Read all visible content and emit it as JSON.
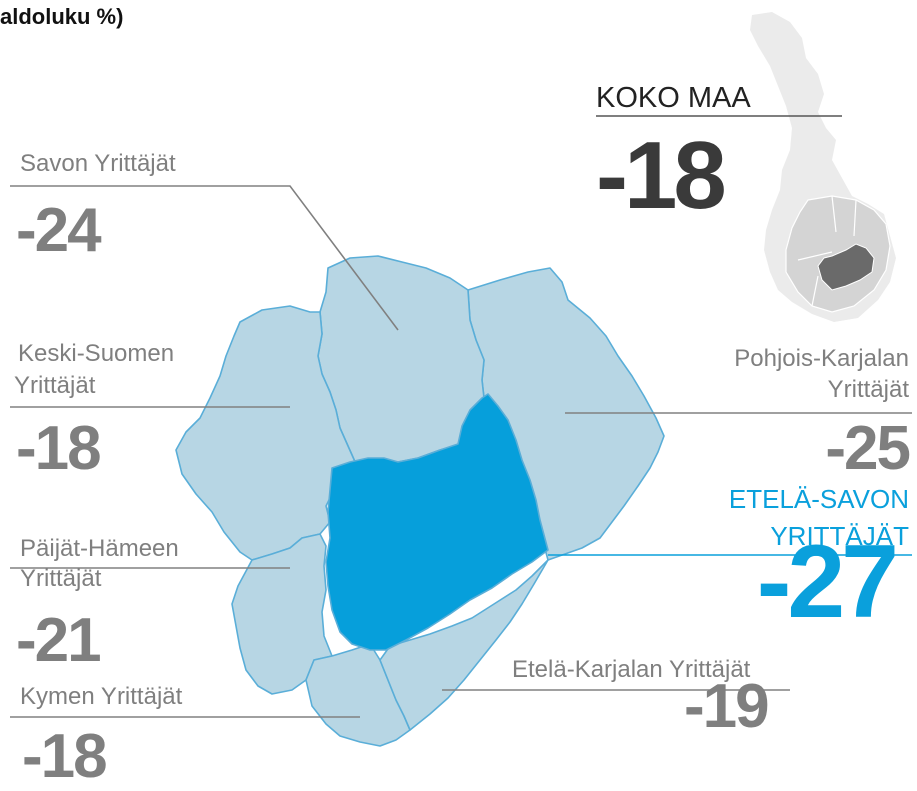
{
  "subtitle": "aldoluku %)",
  "national": {
    "label": "KOKO MAA",
    "value": "-18"
  },
  "regions": [
    {
      "id": "savo",
      "label": "Savon Yrittäjät",
      "value": "-24"
    },
    {
      "id": "keski-suomi",
      "label_line1": "Keski-Suomen",
      "label_line2": "Yrittäjät",
      "value": "-18"
    },
    {
      "id": "paijat-hame",
      "label_line1": "Päijät-Hämeen",
      "label_line2": "Yrittäjät",
      "value": "-21"
    },
    {
      "id": "kymi",
      "label": "Kymen Yrittäjät",
      "value": "-18"
    },
    {
      "id": "pohjois-karjala",
      "label_line1": "Pohjois-Karjalan",
      "label_line2": "Yrittäjät",
      "value": "-25"
    },
    {
      "id": "etela-karjala",
      "label": "Etelä-Karjalan Yrittäjät",
      "value": "-19"
    }
  ],
  "highlight": {
    "label_line1": "ETELÄ-SAVON",
    "label_line2": "YRITTÄJÄT",
    "value": "-27"
  },
  "colors": {
    "region_fill": "#b7d6e4",
    "region_border": "#5aaed8",
    "highlight_fill": "#069fdb",
    "label_gray": "#7f7f7f",
    "leader_gray": "#808080",
    "highlight_text": "#0aa0dc",
    "finland_fill": "#ebebeb",
    "finland_region_fill": "#d7d7d7",
    "finland_highlight_fill": "#696969"
  }
}
